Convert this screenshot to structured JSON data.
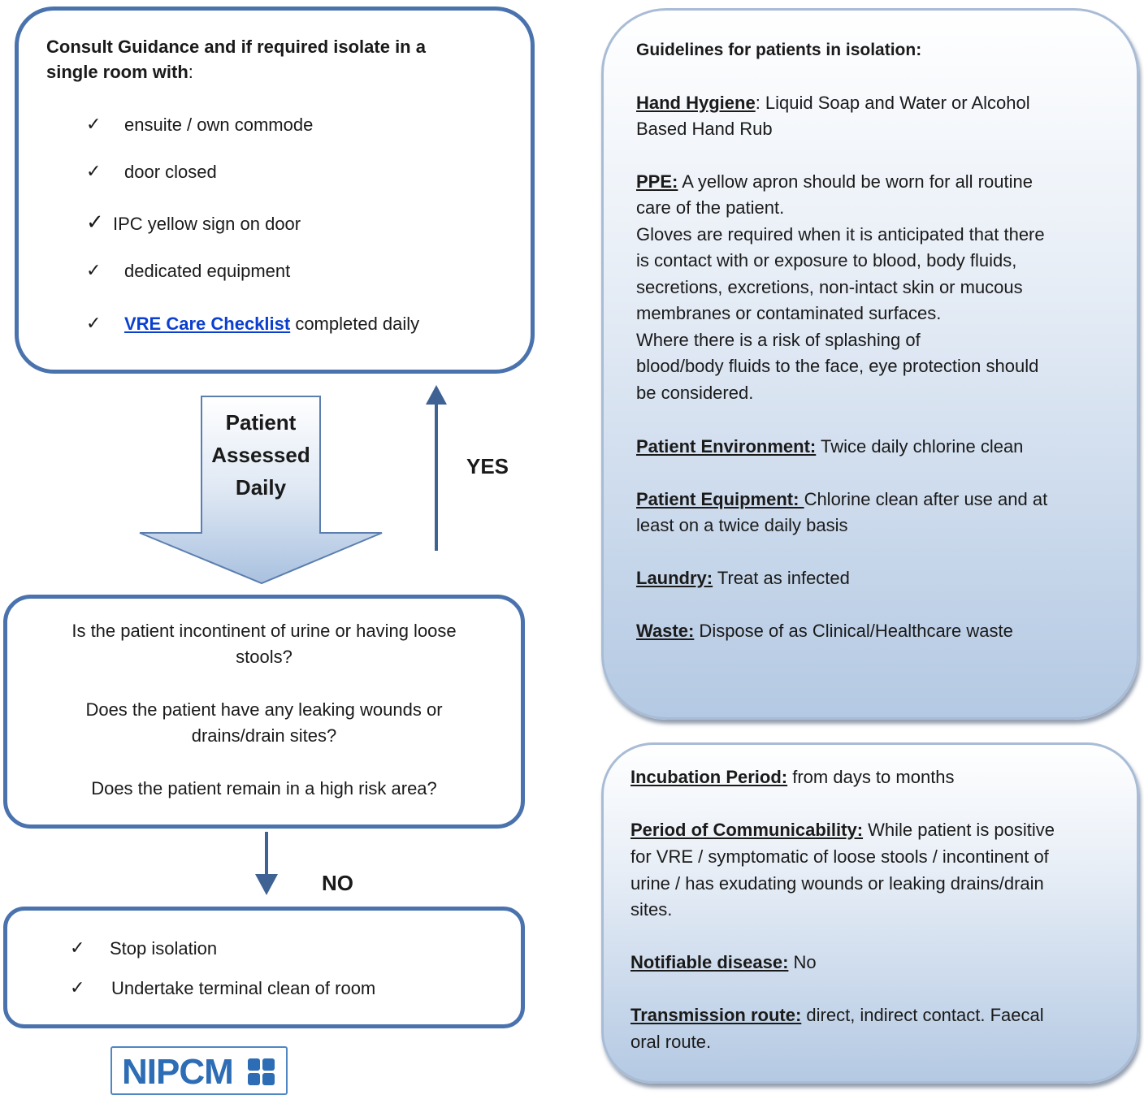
{
  "isolation_box": {
    "heading_bold": "Consult Guidance and if required isolate in a single room with",
    "heading_rest": ":",
    "checklist": [
      {
        "text": "ensuite / own commode"
      },
      {
        "text": "door closed"
      },
      {
        "text": "IPC yellow sign on door"
      },
      {
        "text": "dedicated equipment"
      },
      {
        "link": "VRE Care Checklist",
        "text": " completed daily"
      }
    ]
  },
  "flow": {
    "down_arrow_label_lines": [
      "Patient",
      "Assessed",
      "Daily"
    ],
    "yes_label": "YES",
    "no_label": "NO"
  },
  "question_box": {
    "questions": [
      "Is the patient incontinent of urine or having loose stools?",
      "Does the patient have any leaking wounds or drains/drain sites?",
      "Does the patient remain in a high risk area?"
    ]
  },
  "stop_box": {
    "items": [
      "Stop isolation",
      "Undertake terminal clean of room"
    ]
  },
  "logo": {
    "text": "NIPCM"
  },
  "guidelines": {
    "title": "Guidelines for patients in isolation:",
    "items": [
      {
        "label": "Hand Hygiene",
        "text": ": Liquid Soap and Water or Alcohol Based Hand Rub"
      },
      {
        "label": "PPE:",
        "text": " A yellow apron should be worn for all routine care of the patient. Gloves are required when it is anticipated that there is contact with or exposure to blood, body fluids, secretions, excretions, non-intact skin or mucous membranes or contaminated surfaces. Where there is a risk of splashing of blood/body fluids to the face, eye protection should be considered."
      },
      {
        "label": "Patient Environment:",
        "text": " Twice daily chlorine clean"
      },
      {
        "label": "Patient Equipment: ",
        "text": "Chlorine clean after use and at least on a twice daily basis"
      },
      {
        "label": "Laundry:",
        "text": " Treat as infected"
      },
      {
        "label": "Waste:",
        "text": " Dispose of as Clinical/Healthcare waste"
      }
    ]
  },
  "disease_info": {
    "items": [
      {
        "label": "Incubation Period:",
        "text": " from days to months"
      },
      {
        "label": "Period of Communicability:",
        "text": " While patient is positive for VRE / symptomatic of loose stools / incontinent of urine / has exudating wounds or leaking drains/drain sites."
      },
      {
        "label": "Notifiable disease:",
        "text": " No"
      },
      {
        "label": "Transmission route:",
        "text": " direct, indirect contact.  Faecal oral route."
      }
    ]
  },
  "colors": {
    "box_border": "#4a73ae",
    "arrow": "#3f6294",
    "link": "#0b3fd0",
    "logo": "#2d6db5",
    "panel_gradient_bottom": "#b4c9e3"
  }
}
